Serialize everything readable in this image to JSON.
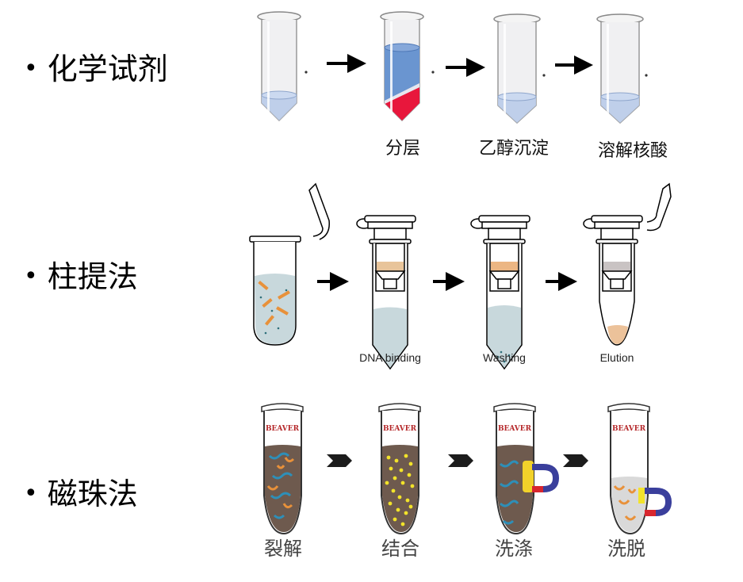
{
  "methods": [
    {
      "bullet": "•",
      "title": "化学试剂",
      "steps": [
        {
          "label": ""
        },
        {
          "label": "分层"
        },
        {
          "label": "乙醇沉淀"
        },
        {
          "label": "溶解核酸"
        }
      ]
    },
    {
      "bullet": "•",
      "title": "柱提法",
      "steps": [
        {
          "label": ""
        },
        {
          "label": "DNA binding"
        },
        {
          "label": "Washing"
        },
        {
          "label": "Elution"
        }
      ]
    },
    {
      "bullet": "•",
      "title": "磁珠法",
      "tube_brand": "BEAVER",
      "steps": [
        {
          "label": "裂解"
        },
        {
          "label": "结合"
        },
        {
          "label": "洗涤"
        },
        {
          "label": "洗脱"
        }
      ]
    }
  ],
  "colors": {
    "aqueous_blue": "#6a95d0",
    "organic_red": "#e8173c",
    "liquid_light_blue": "#b9cbe9",
    "column_buffer": "#c8d8dc",
    "dna_orange": "#e8913a",
    "lysate_brown": "#6e5a4e",
    "bead_yellow": "#f2e32a",
    "magnet_red": "#d8262e",
    "magnet_blue": "#3a3f9c",
    "brand_red": "#b5282a",
    "rna_blue": "#2e8fb8"
  }
}
